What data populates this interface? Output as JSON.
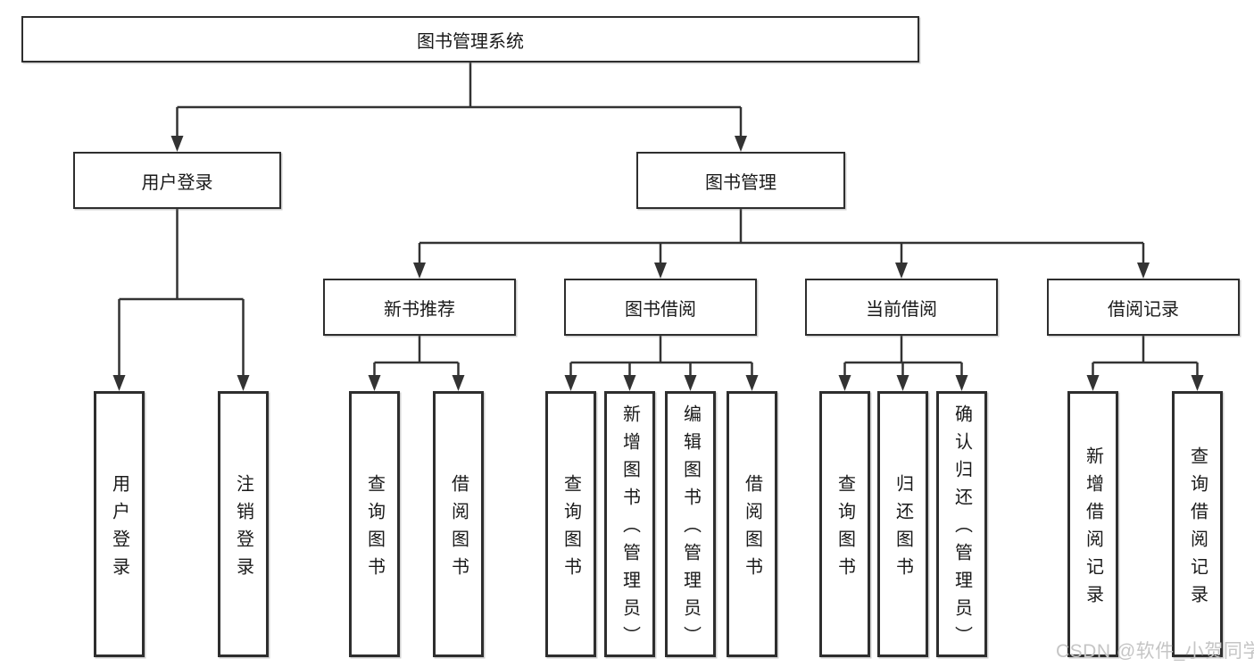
{
  "diagram": {
    "title": "图书管理系统",
    "level2": {
      "login": "用户登录",
      "management": "图书管理"
    },
    "level3": {
      "recommend": "新书推荐",
      "borrow": "图书借阅",
      "current": "当前借阅",
      "records": "借阅记录"
    },
    "leaves": {
      "login": [
        "用户登录",
        "注销登录"
      ],
      "recommend": [
        "查询图书",
        "借阅图书"
      ],
      "borrow": [
        "查询图书",
        "新增图书（管理员）",
        "编辑图书（管理员）",
        "借阅图书"
      ],
      "current": [
        "查询图书",
        "归还图书",
        "确认归还（管理员）"
      ],
      "records": [
        "新增借阅记录",
        "查询借阅记录"
      ]
    }
  },
  "watermark": {
    "text": "CSDN @软件_小贺同学"
  },
  "colors": {
    "line": "#333333",
    "box_border": "#2e2e2e",
    "text": "#1a1a1a",
    "background": "#ffffff",
    "watermark": "#c5c5c5"
  }
}
